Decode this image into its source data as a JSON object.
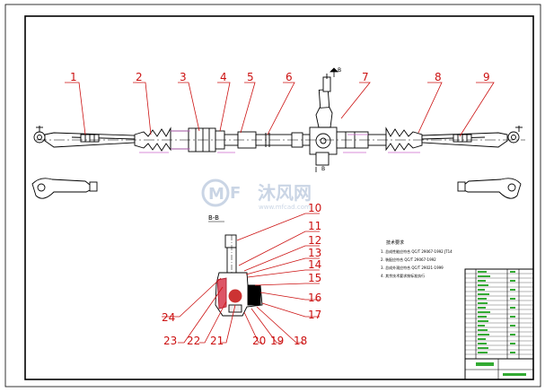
{
  "sheet": {
    "title": "Steering gear assembly drawing",
    "watermark_cn": "沐风网",
    "watermark_url": "www.mfcad.com",
    "section_label": "B-B",
    "arrow_label_top": "B",
    "arrow_label_bottom": "B",
    "notes_heading": "技术要求",
    "notes": [
      "1. 总成性能应符合 QC/T 29067-1992 JT14",
      "2. 装配应符合 QC/T 29067-1992",
      "3. 总成外观应符合 QC/T 29021-1999",
      "4. 其余技术要求按标准执行"
    ]
  },
  "callouts_top": [
    "1",
    "2",
    "3",
    "4",
    "5",
    "6",
    "7",
    "8",
    "9"
  ],
  "callouts_section": [
    "10",
    "11",
    "12",
    "13",
    "14",
    "15",
    "16",
    "17",
    "18",
    "19",
    "20",
    "21",
    "22",
    "23",
    "24"
  ],
  "colors": {
    "line": "#000000",
    "leader": "#cc1111",
    "boot": "#cc66cc",
    "watermark": "#9fb4d0"
  }
}
